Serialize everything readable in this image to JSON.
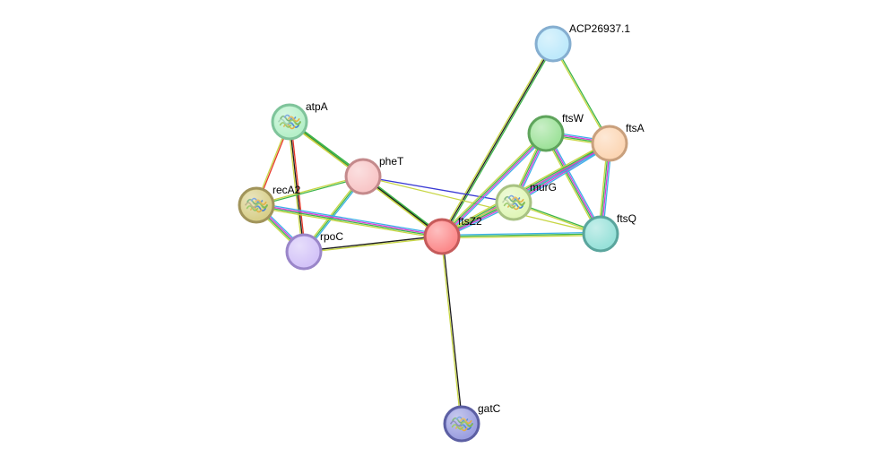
{
  "network": {
    "nodes": [
      {
        "id": "ACP26937.1",
        "label": "ACP26937.1",
        "fill": "#bde9fb",
        "stroke": "#85aed0",
        "structure": false
      },
      {
        "id": "atpA",
        "label": "atpA",
        "fill": "#b6f0c9",
        "stroke": "#7fc49b",
        "structure": true
      },
      {
        "id": "ftsW",
        "label": "ftsW",
        "fill": "#9ee29a",
        "stroke": "#5fa45c",
        "structure": false
      },
      {
        "id": "ftsA",
        "label": "ftsA",
        "fill": "#fcd6b4",
        "stroke": "#c9a07d",
        "structure": false
      },
      {
        "id": "pheT",
        "label": "pheT",
        "fill": "#f8c6c7",
        "stroke": "#c48a8c",
        "structure": false
      },
      {
        "id": "recA2",
        "label": "recA2",
        "fill": "#d8cf8a",
        "stroke": "#a1945b",
        "structure": true
      },
      {
        "id": "murG",
        "label": "murG",
        "fill": "#e0f6b8",
        "stroke": "#a8c283",
        "structure": true
      },
      {
        "id": "ftsZ2",
        "label": "ftsZ2",
        "fill": "#fc8a8b",
        "stroke": "#c55b5b",
        "structure": false
      },
      {
        "id": "ftsQ",
        "label": "ftsQ",
        "fill": "#97e1d9",
        "stroke": "#5aa59d",
        "structure": false
      },
      {
        "id": "rpoC",
        "label": "rpoC",
        "fill": "#d3c3f8",
        "stroke": "#9a86c9",
        "structure": false
      },
      {
        "id": "gatC",
        "label": "gatC",
        "fill": "#9b9fe0",
        "stroke": "#5c5fa3",
        "structure": true
      }
    ],
    "edges": [
      {
        "source": "ACP26937.1",
        "target": "ftsA",
        "colors": [
          "#3db54a",
          "#c8d645"
        ]
      },
      {
        "source": "ACP26937.1",
        "target": "ftsZ2",
        "colors": [
          "#3db54a",
          "#1c1c1c",
          "#c8d645"
        ]
      },
      {
        "source": "atpA",
        "target": "pheT",
        "colors": [
          "#3db54a",
          "#1c1c1c",
          "#c8d645"
        ]
      },
      {
        "source": "atpA",
        "target": "recA2",
        "colors": [
          "#e8382b",
          "#c8d645"
        ]
      },
      {
        "source": "atpA",
        "target": "rpoC",
        "colors": [
          "#e8382b",
          "#1c1c1c",
          "#c8d645"
        ]
      },
      {
        "source": "atpA",
        "target": "ftsZ2",
        "colors": [
          "#3db54a",
          "#c8d645"
        ]
      },
      {
        "source": "pheT",
        "target": "recA2",
        "colors": [
          "#3db54a",
          "#c8d645"
        ]
      },
      {
        "source": "pheT",
        "target": "rpoC",
        "colors": [
          "#3cb0e8",
          "#3db54a",
          "#c8d645"
        ]
      },
      {
        "source": "pheT",
        "target": "ftsZ2",
        "colors": [
          "#3db54a",
          "#1c1c1c",
          "#c8d645"
        ]
      },
      {
        "source": "pheT",
        "target": "murG",
        "colors": [
          "#3a3ad4"
        ]
      },
      {
        "source": "pheT",
        "target": "ftsQ",
        "colors": [
          "#c8d645"
        ]
      },
      {
        "source": "recA2",
        "target": "rpoC",
        "colors": [
          "#3cb0e8",
          "#d63ad6",
          "#3db54a",
          "#c8d645"
        ]
      },
      {
        "source": "recA2",
        "target": "ftsZ2",
        "colors": [
          "#3cb0e8",
          "#d63ad6",
          "#3db54a",
          "#c8d645"
        ]
      },
      {
        "source": "rpoC",
        "target": "ftsZ2",
        "colors": [
          "#1c1c1c",
          "#c8d645"
        ]
      },
      {
        "source": "ftsW",
        "target": "ftsA",
        "colors": [
          "#3cb0e8",
          "#d63ad6",
          "#3db54a",
          "#c8d645"
        ]
      },
      {
        "source": "ftsW",
        "target": "murG",
        "colors": [
          "#3cb0e8",
          "#d63ad6",
          "#3db54a",
          "#c8d645"
        ]
      },
      {
        "source": "ftsW",
        "target": "ftsZ2",
        "colors": [
          "#3cb0e8",
          "#d63ad6",
          "#3db54a",
          "#c8d645"
        ]
      },
      {
        "source": "ftsW",
        "target": "ftsQ",
        "colors": [
          "#3cb0e8",
          "#d63ad6",
          "#3db54a",
          "#c8d645"
        ]
      },
      {
        "source": "ftsA",
        "target": "murG",
        "colors": [
          "#3cb0e8",
          "#d63ad6",
          "#3db54a",
          "#c8d645"
        ]
      },
      {
        "source": "ftsA",
        "target": "ftsZ2",
        "colors": [
          "#3cb0e8",
          "#d63ad6",
          "#3db54a",
          "#c8d645"
        ]
      },
      {
        "source": "ftsA",
        "target": "ftsQ",
        "colors": [
          "#3cb0e8",
          "#d63ad6",
          "#3db54a",
          "#c8d645"
        ]
      },
      {
        "source": "murG",
        "target": "ftsZ2",
        "colors": [
          "#3cb0e8",
          "#d63ad6",
          "#3db54a",
          "#c8d645"
        ]
      },
      {
        "source": "murG",
        "target": "ftsQ",
        "colors": [
          "#3db54a",
          "#c8d645"
        ]
      },
      {
        "source": "ftsZ2",
        "target": "ftsQ",
        "colors": [
          "#3cb0e8",
          "#3db54a",
          "#c8d645"
        ]
      },
      {
        "source": "ftsZ2",
        "target": "gatC",
        "colors": [
          "#1c1c1c",
          "#c8d645"
        ]
      }
    ]
  }
}
